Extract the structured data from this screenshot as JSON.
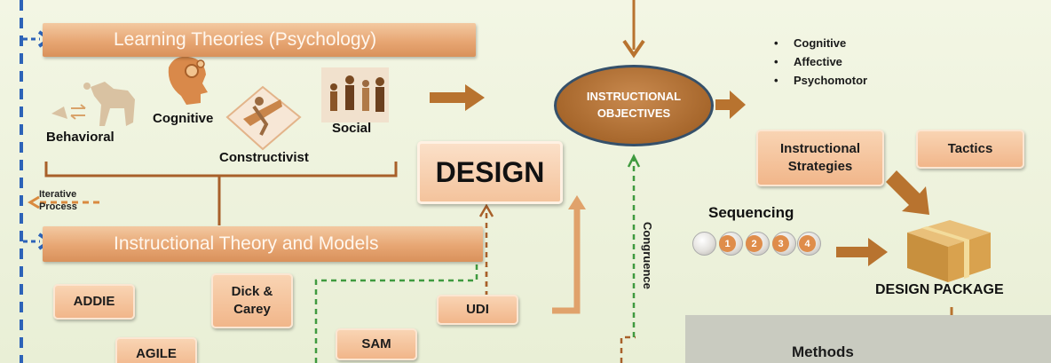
{
  "banners": {
    "learning_theories": "Learning Theories (Psychology)",
    "instructional_theory": "Instructional Theory and Models"
  },
  "theories": {
    "behavioral": "Behavioral",
    "cognitive": "Cognitive",
    "constructivist": "Constructivist",
    "social": "Social"
  },
  "iterative": {
    "line1": "Iterative",
    "line2": "Process"
  },
  "design_label": "DESIGN",
  "models": {
    "addie": "ADDIE",
    "dick_carey": "Dick & Carey",
    "agile": "AGILE",
    "sam": "SAM",
    "udi": "UDI"
  },
  "objectives": {
    "line1": "INSTRUCTIONAL",
    "line2": "OBJECTIVES"
  },
  "domains": [
    "Cognitive",
    "Affective",
    "Psychomotor"
  ],
  "congruence": "Congruence",
  "strategies": "Instructional Strategies",
  "tactics": "Tactics",
  "sequencing": {
    "label": "Sequencing",
    "steps": [
      "1",
      "2",
      "3",
      "4"
    ]
  },
  "design_package": "DESIGN PACKAGE",
  "methods": "Methods",
  "colors": {
    "background": "#eef2dc",
    "accent_orange": "#e7a673",
    "arrow_brown": "#b8732f",
    "iterative_blue": "#2d63b8",
    "objective_outline": "#35506a",
    "congruence_green": "#3f9a3f"
  }
}
